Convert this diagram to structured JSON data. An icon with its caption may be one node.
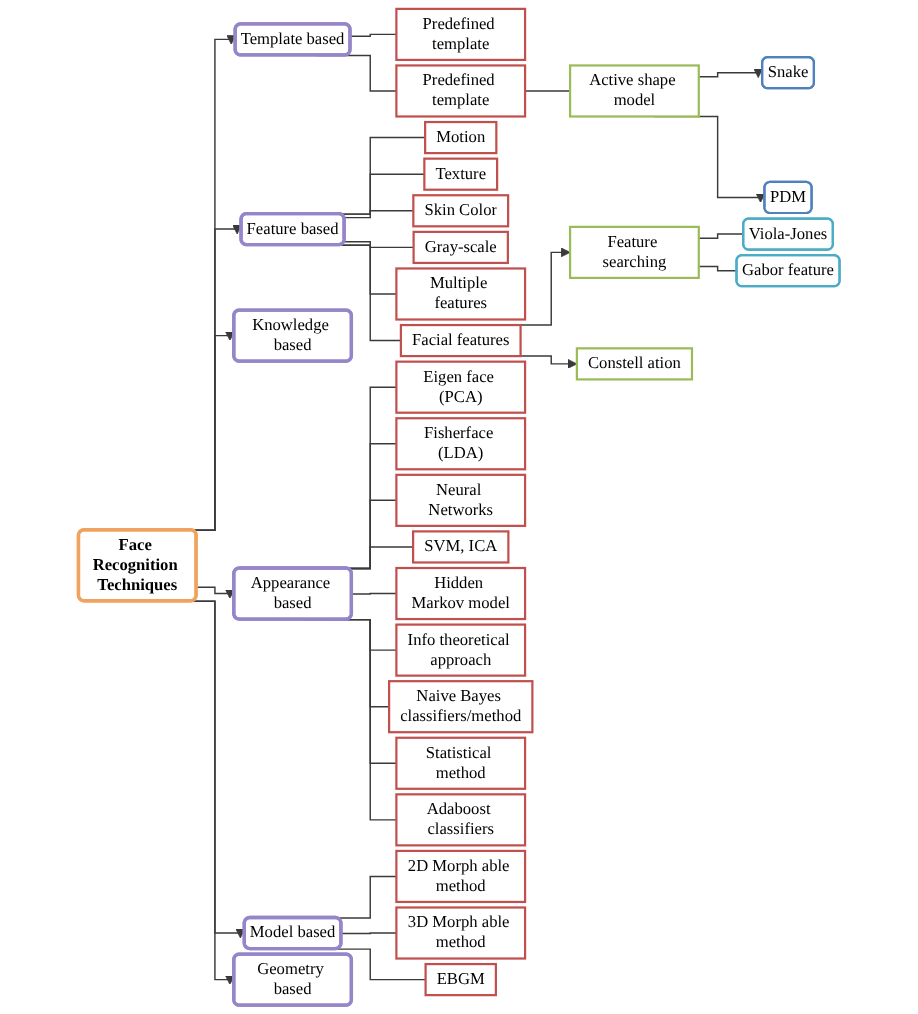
{
  "diagram": {
    "nodes": [
      {
        "text": [
          "Face Recognition Techniques"
        ]
      },
      {
        "text": [
          "Template based"
        ]
      },
      {
        "text": [
          "Feature based"
        ]
      },
      {
        "text": [
          "Knowledge based"
        ]
      },
      {
        "text": [
          "Appearance based"
        ]
      },
      {
        "text": [
          "Model based"
        ]
      },
      {
        "text": [
          "Geometry based"
        ]
      },
      {
        "text": [
          "Predefined template"
        ]
      },
      {
        "text": [
          "Predefined template"
        ]
      },
      {
        "text": [
          "Active shape model"
        ]
      },
      {
        "text": [
          "Snake"
        ]
      },
      {
        "text": [
          "PDM"
        ]
      },
      {
        "text": [
          "Motion"
        ]
      },
      {
        "text": [
          "Texture"
        ]
      },
      {
        "text": [
          "Skin Color"
        ]
      },
      {
        "text": [
          "Gray-scale"
        ]
      },
      {
        "text": [
          "Multiple features"
        ]
      },
      {
        "text": [
          "Facial features"
        ]
      },
      {
        "text": [
          "Feature searching"
        ]
      },
      {
        "text": [
          "Constell ation"
        ]
      },
      {
        "text": [
          "Viola-Jones"
        ]
      },
      {
        "text": [
          "Gabor feature"
        ]
      },
      {
        "text": [
          "Eigen face (PCA)"
        ]
      },
      {
        "text": [
          "Fisherface (LDA)"
        ]
      },
      {
        "text": [
          "Neural Networks"
        ]
      },
      {
        "text": [
          "SVM, ICA"
        ]
      },
      {
        "text": [
          "Hidden Markov model"
        ]
      },
      {
        "text": [
          "Info theoretical approach"
        ]
      },
      {
        "text": [
          "Naive Bayes classifiers/method"
        ]
      },
      {
        "text": [
          "Statistical method"
        ]
      },
      {
        "text": [
          "Adaboost classifiers"
        ]
      },
      {
        "text": [
          "2D Morph able method"
        ]
      },
      {
        "text": [
          "3D Morph able method"
        ]
      },
      {
        "text": [
          "EBGM"
        ]
      }
    ],
    "edges": [
      {
        "from": 0,
        "to": 1,
        "arrow": "to"
      },
      {
        "from": 0,
        "to": 2,
        "arrow": "to"
      },
      {
        "from": 0,
        "to": 3,
        "arrow": "to"
      },
      {
        "from": 0,
        "to": 4,
        "arrow": "to"
      },
      {
        "from": 0,
        "to": 5,
        "arrow": "to"
      },
      {
        "from": 0,
        "to": 6,
        "arrow": "to"
      },
      {
        "from": 1,
        "to": 7,
        "arrow": "none"
      },
      {
        "from": 1,
        "to": 8,
        "arrow": "none"
      },
      {
        "from": 8,
        "to": 9,
        "arrow": "none"
      },
      {
        "from": 9,
        "to": 10,
        "arrow": "to"
      },
      {
        "from": 9,
        "to": 11,
        "arrow": "to"
      },
      {
        "from": 2,
        "to": 12,
        "arrow": "none"
      },
      {
        "from": 2,
        "to": 13,
        "arrow": "none"
      },
      {
        "from": 2,
        "to": 14,
        "arrow": "none"
      },
      {
        "from": 2,
        "to": 15,
        "arrow": "none"
      },
      {
        "from": 2,
        "to": 16,
        "arrow": "none"
      },
      {
        "from": 2,
        "to": 17,
        "arrow": "none"
      },
      {
        "from": 17,
        "to": 18,
        "arrow": "to"
      },
      {
        "from": 17,
        "to": 19,
        "arrow": "to"
      },
      {
        "from": 18,
        "to": 20,
        "arrow": "none"
      },
      {
        "from": 18,
        "to": 21,
        "arrow": "none"
      },
      {
        "from": 4,
        "to": 22,
        "arrow": "none"
      },
      {
        "from": 4,
        "to": 23,
        "arrow": "none"
      },
      {
        "from": 4,
        "to": 24,
        "arrow": "none"
      },
      {
        "from": 4,
        "to": 25,
        "arrow": "none"
      },
      {
        "from": 4,
        "to": 26,
        "arrow": "none"
      },
      {
        "from": 4,
        "to": 27,
        "arrow": "none"
      },
      {
        "from": 4,
        "to": 28,
        "arrow": "none"
      },
      {
        "from": 4,
        "to": 29,
        "arrow": "none"
      },
      {
        "from": 4,
        "to": 30,
        "arrow": "none"
      },
      {
        "from": 5,
        "to": 31,
        "arrow": "none"
      },
      {
        "from": 5,
        "to": 32,
        "arrow": "none"
      },
      {
        "from": 5,
        "to": 33,
        "arrow": "none"
      }
    ]
  }
}
